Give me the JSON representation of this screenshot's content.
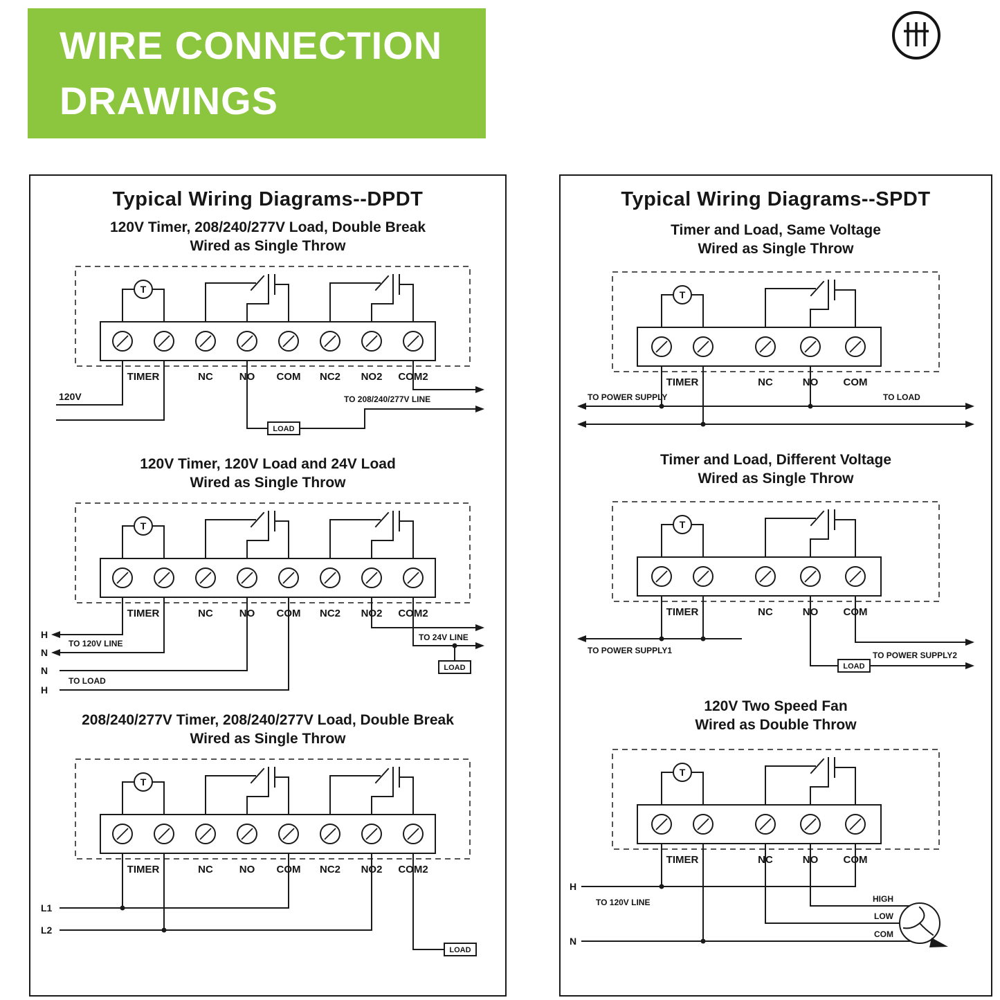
{
  "header": {
    "line1": "WIRE CONNECTION",
    "line2": "DRAWINGS",
    "accent_color": "#8cc63e"
  },
  "timer_letter": "T",
  "dpdt": {
    "title": "Typical Wiring Diagrams--DPDT",
    "terminals": [
      "TIMER",
      "NC",
      "NO",
      "COM",
      "NC2",
      "NO2",
      "COM2"
    ],
    "d1": {
      "sub1": "120V Timer, 208/240/277V Load, Double Break",
      "sub2": "Wired as Single Throw",
      "supply": "120V",
      "line_label": "TO 208/240/277V LINE",
      "load": "LOAD"
    },
    "d2": {
      "sub1": "120V Timer, 120V Load and 24V Load",
      "sub2": "Wired as Single Throw",
      "w1": "H",
      "w2": "N",
      "w3": "N",
      "w4": "H",
      "to_120v": "TO 120V LINE",
      "to_load": "TO LOAD",
      "line_label": "TO 24V LINE",
      "load": "LOAD"
    },
    "d3": {
      "sub1": "208/240/277V Timer, 208/240/277V Load, Double Break",
      "sub2": "Wired as Single Throw",
      "w1": "L1",
      "w2": "L2",
      "load": "LOAD"
    }
  },
  "spdt": {
    "title": "Typical Wiring Diagrams--SPDT",
    "terminals": [
      "TIMER",
      "NC",
      "NO",
      "COM"
    ],
    "d1": {
      "sub1": "Timer and Load, Same Voltage",
      "sub2": "Wired as Single Throw",
      "left_label": "TO POWER SUPPLY",
      "right_label": "TO LOAD"
    },
    "d2": {
      "sub1": "Timer and Load, Different Voltage",
      "sub2": "Wired as Single Throw",
      "left_label": "TO POWER SUPPLY1",
      "right_label": "TO POWER SUPPLY2",
      "load": "LOAD"
    },
    "d3": {
      "sub1": "120V Two Speed Fan",
      "sub2": "Wired as Double Throw",
      "w1": "H",
      "w2": "N",
      "to_120v": "TO 120V LINE",
      "high": "HIGH",
      "low": "LOW",
      "com": "COM"
    }
  }
}
